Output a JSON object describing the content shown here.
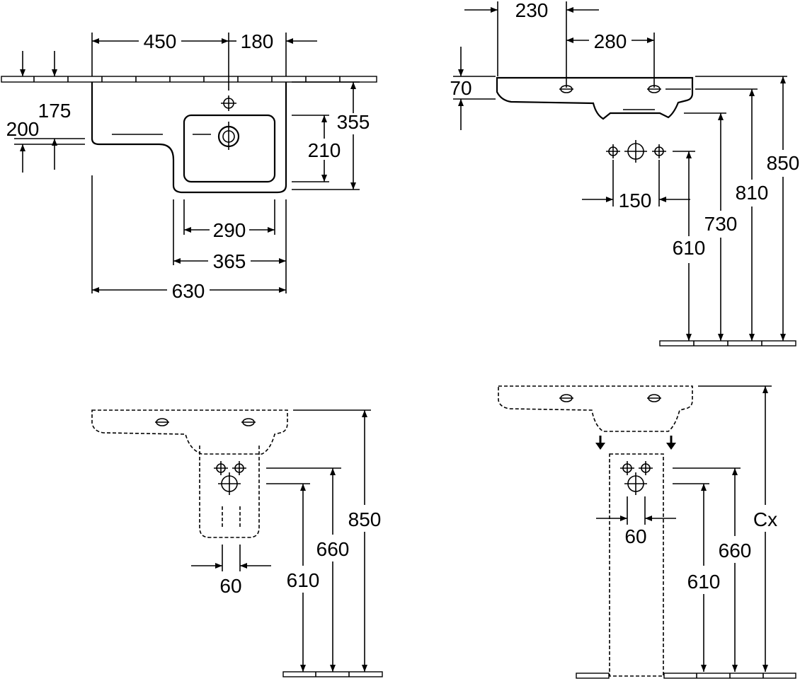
{
  "plan_view": {
    "dim_450": "450",
    "dim_180": "180",
    "dim_175": "175",
    "dim_200": "200",
    "dim_355": "355",
    "dim_210": "210",
    "dim_290": "290",
    "dim_365": "365",
    "dim_630": "630"
  },
  "side_view": {
    "dim_230": "230",
    "dim_280": "280",
    "dim_70": "70",
    "dim_150": "150",
    "dim_610": "610",
    "dim_730": "730",
    "dim_810": "810",
    "dim_850": "850"
  },
  "semi_pedestal_view": {
    "dim_850": "850",
    "dim_660": "660",
    "dim_610": "610",
    "dim_60": "60"
  },
  "pedestal_view": {
    "dim_cx": "Cx",
    "dim_660": "660",
    "dim_610": "610",
    "dim_60": "60"
  },
  "icons": [
    "arrowhead",
    "fixing-hole",
    "tap-hole",
    "waste-outlet",
    "floor-hatching"
  ]
}
